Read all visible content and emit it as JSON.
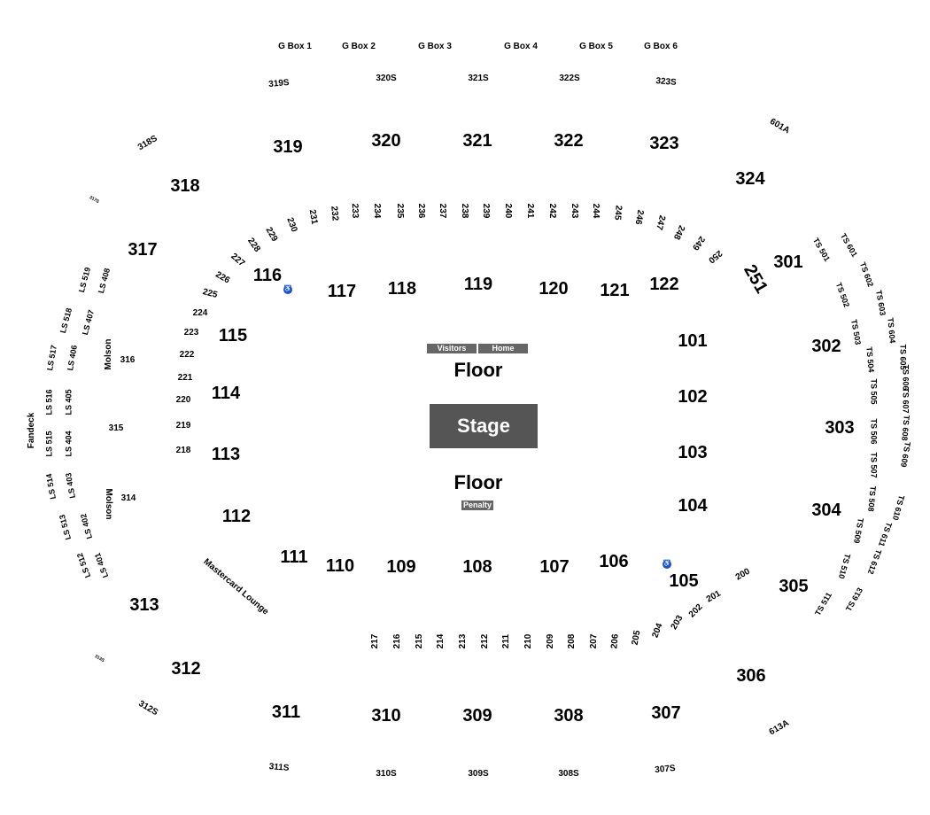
{
  "stage": {
    "label": "Stage"
  },
  "floor": {
    "top": "Floor",
    "bottom": "Floor"
  },
  "tags": {
    "visitors": "Visitors",
    "home": "Home",
    "penalty": "Penalty"
  },
  "accessibility_icon": "wheelchair-icon",
  "colors": {
    "accessible": "#1f4fd1",
    "stage": "#555555",
    "tag": "#666666"
  },
  "sections": [
    {
      "id": "101",
      "size": "big"
    },
    {
      "id": "102",
      "size": "big"
    },
    {
      "id": "103",
      "size": "big"
    },
    {
      "id": "104",
      "size": "big"
    },
    {
      "id": "105",
      "size": "big"
    },
    {
      "id": "106",
      "size": "big"
    },
    {
      "id": "107",
      "size": "big"
    },
    {
      "id": "108",
      "size": "big"
    },
    {
      "id": "109",
      "size": "big"
    },
    {
      "id": "110",
      "size": "big"
    },
    {
      "id": "111",
      "size": "big"
    },
    {
      "id": "112",
      "size": "big"
    },
    {
      "id": "113",
      "size": "big"
    },
    {
      "id": "114",
      "size": "big"
    },
    {
      "id": "115",
      "size": "big"
    },
    {
      "id": "116",
      "size": "big"
    },
    {
      "id": "117",
      "size": "big"
    },
    {
      "id": "118",
      "size": "big"
    },
    {
      "id": "119",
      "size": "big"
    },
    {
      "id": "120",
      "size": "big"
    },
    {
      "id": "121",
      "size": "big"
    },
    {
      "id": "122",
      "size": "big"
    },
    {
      "id": "201",
      "size": "mid"
    },
    {
      "id": "202",
      "size": "mid"
    },
    {
      "id": "203",
      "size": "mid"
    },
    {
      "id": "204",
      "size": "mid"
    },
    {
      "id": "205",
      "size": "mid"
    },
    {
      "id": "206",
      "size": "mid"
    },
    {
      "id": "207",
      "size": "mid"
    },
    {
      "id": "208",
      "size": "mid"
    },
    {
      "id": "209",
      "size": "mid"
    },
    {
      "id": "210",
      "size": "mid"
    },
    {
      "id": "211",
      "size": "mid"
    },
    {
      "id": "212",
      "size": "mid"
    },
    {
      "id": "213",
      "size": "mid"
    },
    {
      "id": "214",
      "size": "mid"
    },
    {
      "id": "215",
      "size": "mid"
    },
    {
      "id": "216",
      "size": "mid"
    },
    {
      "id": "217",
      "size": "mid"
    },
    {
      "id": "218",
      "size": "mid"
    },
    {
      "id": "219",
      "size": "mid"
    },
    {
      "id": "220",
      "size": "mid"
    },
    {
      "id": "221",
      "size": "mid"
    },
    {
      "id": "222",
      "size": "mid"
    },
    {
      "id": "223",
      "size": "mid"
    },
    {
      "id": "224",
      "size": "mid"
    },
    {
      "id": "225",
      "size": "mid"
    },
    {
      "id": "226",
      "size": "mid"
    },
    {
      "id": "227",
      "size": "mid"
    },
    {
      "id": "228",
      "size": "mid"
    },
    {
      "id": "229",
      "size": "mid"
    },
    {
      "id": "230",
      "size": "mid"
    },
    {
      "id": "231",
      "size": "mid"
    },
    {
      "id": "232",
      "size": "mid"
    },
    {
      "id": "233",
      "size": "mid"
    },
    {
      "id": "234",
      "size": "mid"
    },
    {
      "id": "235",
      "size": "mid"
    },
    {
      "id": "236",
      "size": "mid"
    },
    {
      "id": "237",
      "size": "mid"
    },
    {
      "id": "238",
      "size": "mid"
    },
    {
      "id": "239",
      "size": "mid"
    },
    {
      "id": "240",
      "size": "mid"
    },
    {
      "id": "241",
      "size": "mid"
    },
    {
      "id": "242",
      "size": "mid"
    },
    {
      "id": "243",
      "size": "mid"
    },
    {
      "id": "244",
      "size": "mid"
    },
    {
      "id": "245",
      "size": "mid"
    },
    {
      "id": "246",
      "size": "mid"
    },
    {
      "id": "247",
      "size": "mid"
    },
    {
      "id": "248",
      "size": "mid"
    },
    {
      "id": "249",
      "size": "mid"
    },
    {
      "id": "250",
      "size": "mid"
    },
    {
      "id": "251",
      "size": "big"
    },
    {
      "id": "200",
      "size": "mid"
    },
    {
      "id": "301",
      "size": "big"
    },
    {
      "id": "302",
      "size": "big"
    },
    {
      "id": "303",
      "size": "big"
    },
    {
      "id": "304",
      "size": "big"
    },
    {
      "id": "305",
      "size": "big"
    },
    {
      "id": "306",
      "size": "big"
    },
    {
      "id": "307",
      "size": "big"
    },
    {
      "id": "308",
      "size": "big"
    },
    {
      "id": "309",
      "size": "big"
    },
    {
      "id": "310",
      "size": "big"
    },
    {
      "id": "311",
      "size": "big"
    },
    {
      "id": "312",
      "size": "big"
    },
    {
      "id": "313",
      "size": "big"
    },
    {
      "id": "314",
      "size": "mid"
    },
    {
      "id": "315",
      "size": "mid"
    },
    {
      "id": "316",
      "size": "mid"
    },
    {
      "id": "317",
      "size": "big"
    },
    {
      "id": "318",
      "size": "big"
    },
    {
      "id": "319",
      "size": "big"
    },
    {
      "id": "320",
      "size": "big"
    },
    {
      "id": "321",
      "size": "big"
    },
    {
      "id": "322",
      "size": "big"
    },
    {
      "id": "323",
      "size": "big"
    },
    {
      "id": "324",
      "size": "big"
    },
    {
      "id": "G Box 1",
      "size": "mid"
    },
    {
      "id": "G Box 2",
      "size": "mid"
    },
    {
      "id": "G Box 3",
      "size": "mid"
    },
    {
      "id": "G Box 4",
      "size": "mid"
    },
    {
      "id": "G Box 5",
      "size": "mid"
    },
    {
      "id": "G Box 6",
      "size": "mid"
    },
    {
      "id": "319S",
      "size": "mid"
    },
    {
      "id": "320S",
      "size": "mid"
    },
    {
      "id": "321S",
      "size": "mid"
    },
    {
      "id": "322S",
      "size": "mid"
    },
    {
      "id": "323S",
      "size": "mid"
    },
    {
      "id": "318S",
      "size": "mid"
    },
    {
      "id": "317S",
      "size": "xs"
    },
    {
      "id": "601A",
      "size": "mid"
    },
    {
      "id": "307S",
      "size": "mid"
    },
    {
      "id": "308S",
      "size": "mid"
    },
    {
      "id": "309S",
      "size": "mid"
    },
    {
      "id": "310S",
      "size": "mid"
    },
    {
      "id": "311S",
      "size": "mid"
    },
    {
      "id": "312S",
      "size": "mid"
    },
    {
      "id": "313S",
      "size": "xs"
    },
    {
      "id": "613A",
      "size": "mid"
    },
    {
      "id": "LS 519",
      "size": "sm"
    },
    {
      "id": "LS 408",
      "size": "sm"
    },
    {
      "id": "LS 518",
      "size": "sm"
    },
    {
      "id": "LS 407",
      "size": "sm"
    },
    {
      "id": "LS 517",
      "size": "sm"
    },
    {
      "id": "LS 406",
      "size": "sm"
    },
    {
      "id": "LS 516",
      "size": "sm"
    },
    {
      "id": "LS 405",
      "size": "sm"
    },
    {
      "id": "LS 515",
      "size": "sm"
    },
    {
      "id": "LS 404",
      "size": "sm"
    },
    {
      "id": "LS 514",
      "size": "sm"
    },
    {
      "id": "LS 403",
      "size": "sm"
    },
    {
      "id": "LS 513",
      "size": "sm"
    },
    {
      "id": "LS 402",
      "size": "sm"
    },
    {
      "id": "LS 512",
      "size": "sm"
    },
    {
      "id": "LS 401",
      "size": "sm"
    },
    {
      "id": "Molson",
      "size": "mid"
    },
    {
      "id": "Molson",
      "size": "mid"
    },
    {
      "id": "Fandeck",
      "size": "mid"
    },
    {
      "id": "Mastercard Lounge",
      "size": "mid"
    },
    {
      "id": "TS 501",
      "size": "sm"
    },
    {
      "id": "TS 601",
      "size": "sm"
    },
    {
      "id": "TS 502",
      "size": "sm"
    },
    {
      "id": "TS 602",
      "size": "sm"
    },
    {
      "id": "TS 503",
      "size": "sm"
    },
    {
      "id": "TS 603",
      "size": "sm"
    },
    {
      "id": "TS 504",
      "size": "sm"
    },
    {
      "id": "TS 604",
      "size": "sm"
    },
    {
      "id": "TS 505",
      "size": "sm"
    },
    {
      "id": "TS 605",
      "size": "sm"
    },
    {
      "id": "TS 506",
      "size": "sm"
    },
    {
      "id": "TS 606",
      "size": "sm"
    },
    {
      "id": "TS 507",
      "size": "sm"
    },
    {
      "id": "TS 607",
      "size": "sm"
    },
    {
      "id": "TS 508",
      "size": "sm"
    },
    {
      "id": "TS 608",
      "size": "sm"
    },
    {
      "id": "TS 509",
      "size": "sm"
    },
    {
      "id": "TS 609",
      "size": "sm"
    },
    {
      "id": "TS 510",
      "size": "sm"
    },
    {
      "id": "TS 610",
      "size": "sm"
    },
    {
      "id": "TS 511",
      "size": "sm"
    },
    {
      "id": "TS 611",
      "size": "sm"
    },
    {
      "id": "TS 612",
      "size": "sm"
    },
    {
      "id": "TS 613",
      "size": "sm"
    }
  ]
}
